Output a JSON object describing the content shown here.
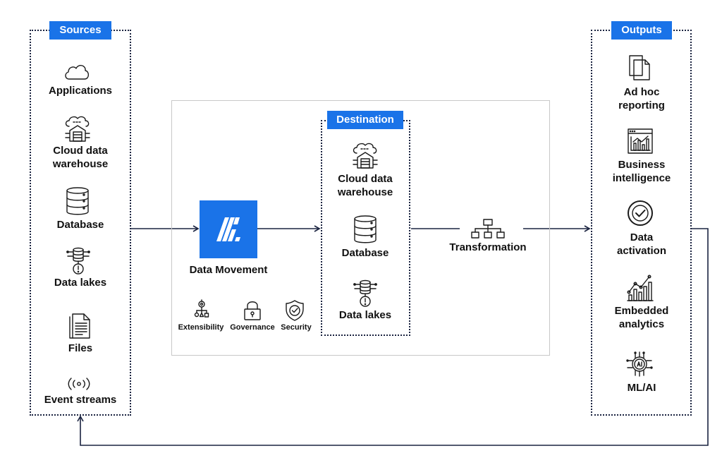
{
  "sources": {
    "tag": "Sources",
    "items": [
      {
        "label": "Applications",
        "icon": "cloud-icon"
      },
      {
        "label": "Cloud data warehouse",
        "icon": "cloud-warehouse-icon"
      },
      {
        "label": "Database",
        "icon": "database-icon"
      },
      {
        "label": "Data lakes",
        "icon": "data-lake-icon"
      },
      {
        "label": "Files",
        "icon": "files-icon"
      },
      {
        "label": "Event streams",
        "icon": "event-stream-icon"
      }
    ]
  },
  "data_movement": {
    "label": "Data Movement",
    "logo_color": "#1a73e8",
    "features": [
      {
        "label": "Extensibility",
        "icon": "extensibility-icon"
      },
      {
        "label": "Governance",
        "icon": "lock-icon"
      },
      {
        "label": "Security",
        "icon": "shield-check-icon"
      }
    ]
  },
  "destination": {
    "tag": "Destination",
    "items": [
      {
        "label": "Cloud data warehouse",
        "icon": "cloud-warehouse-icon"
      },
      {
        "label": "Database",
        "icon": "database-icon"
      },
      {
        "label": "Data lakes",
        "icon": "data-lake-icon"
      }
    ]
  },
  "transformation": {
    "label": "Transformation",
    "icon": "hierarchy-icon"
  },
  "outputs": {
    "tag": "Outputs",
    "items": [
      {
        "label": "Ad hoc reporting",
        "icon": "documents-icon"
      },
      {
        "label": "Business intelligence",
        "icon": "dashboard-chart-icon"
      },
      {
        "label": "Data activation",
        "icon": "check-circle-icon"
      },
      {
        "label": "Embedded analytics",
        "icon": "bar-line-chart-icon"
      },
      {
        "label": "ML/AI",
        "icon": "ai-chip-icon"
      }
    ]
  },
  "colors": {
    "accent": "#1a73e8",
    "line": "#1a2340",
    "panel_border": "#c8c8c8"
  }
}
